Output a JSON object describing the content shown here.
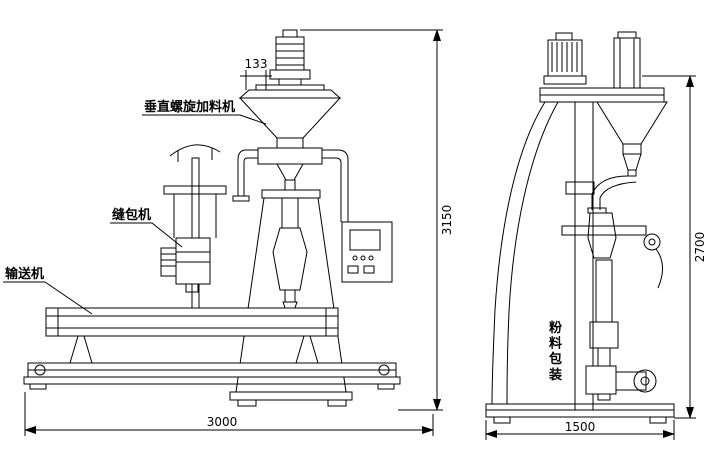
{
  "drawing": {
    "labels": {
      "feeder": "垂直螺旋加料机",
      "sewing_machine": "缝包机",
      "conveyor": "输送机",
      "vertical_note": "粉料包装"
    },
    "dimensions": {
      "hopper_offset": "133",
      "front_overall_height": "3150",
      "front_overall_width": "3000",
      "side_overall_width": "1500",
      "side_overall_height": "2700"
    },
    "colors": {
      "line": "#000000",
      "background": "#ffffff"
    }
  }
}
